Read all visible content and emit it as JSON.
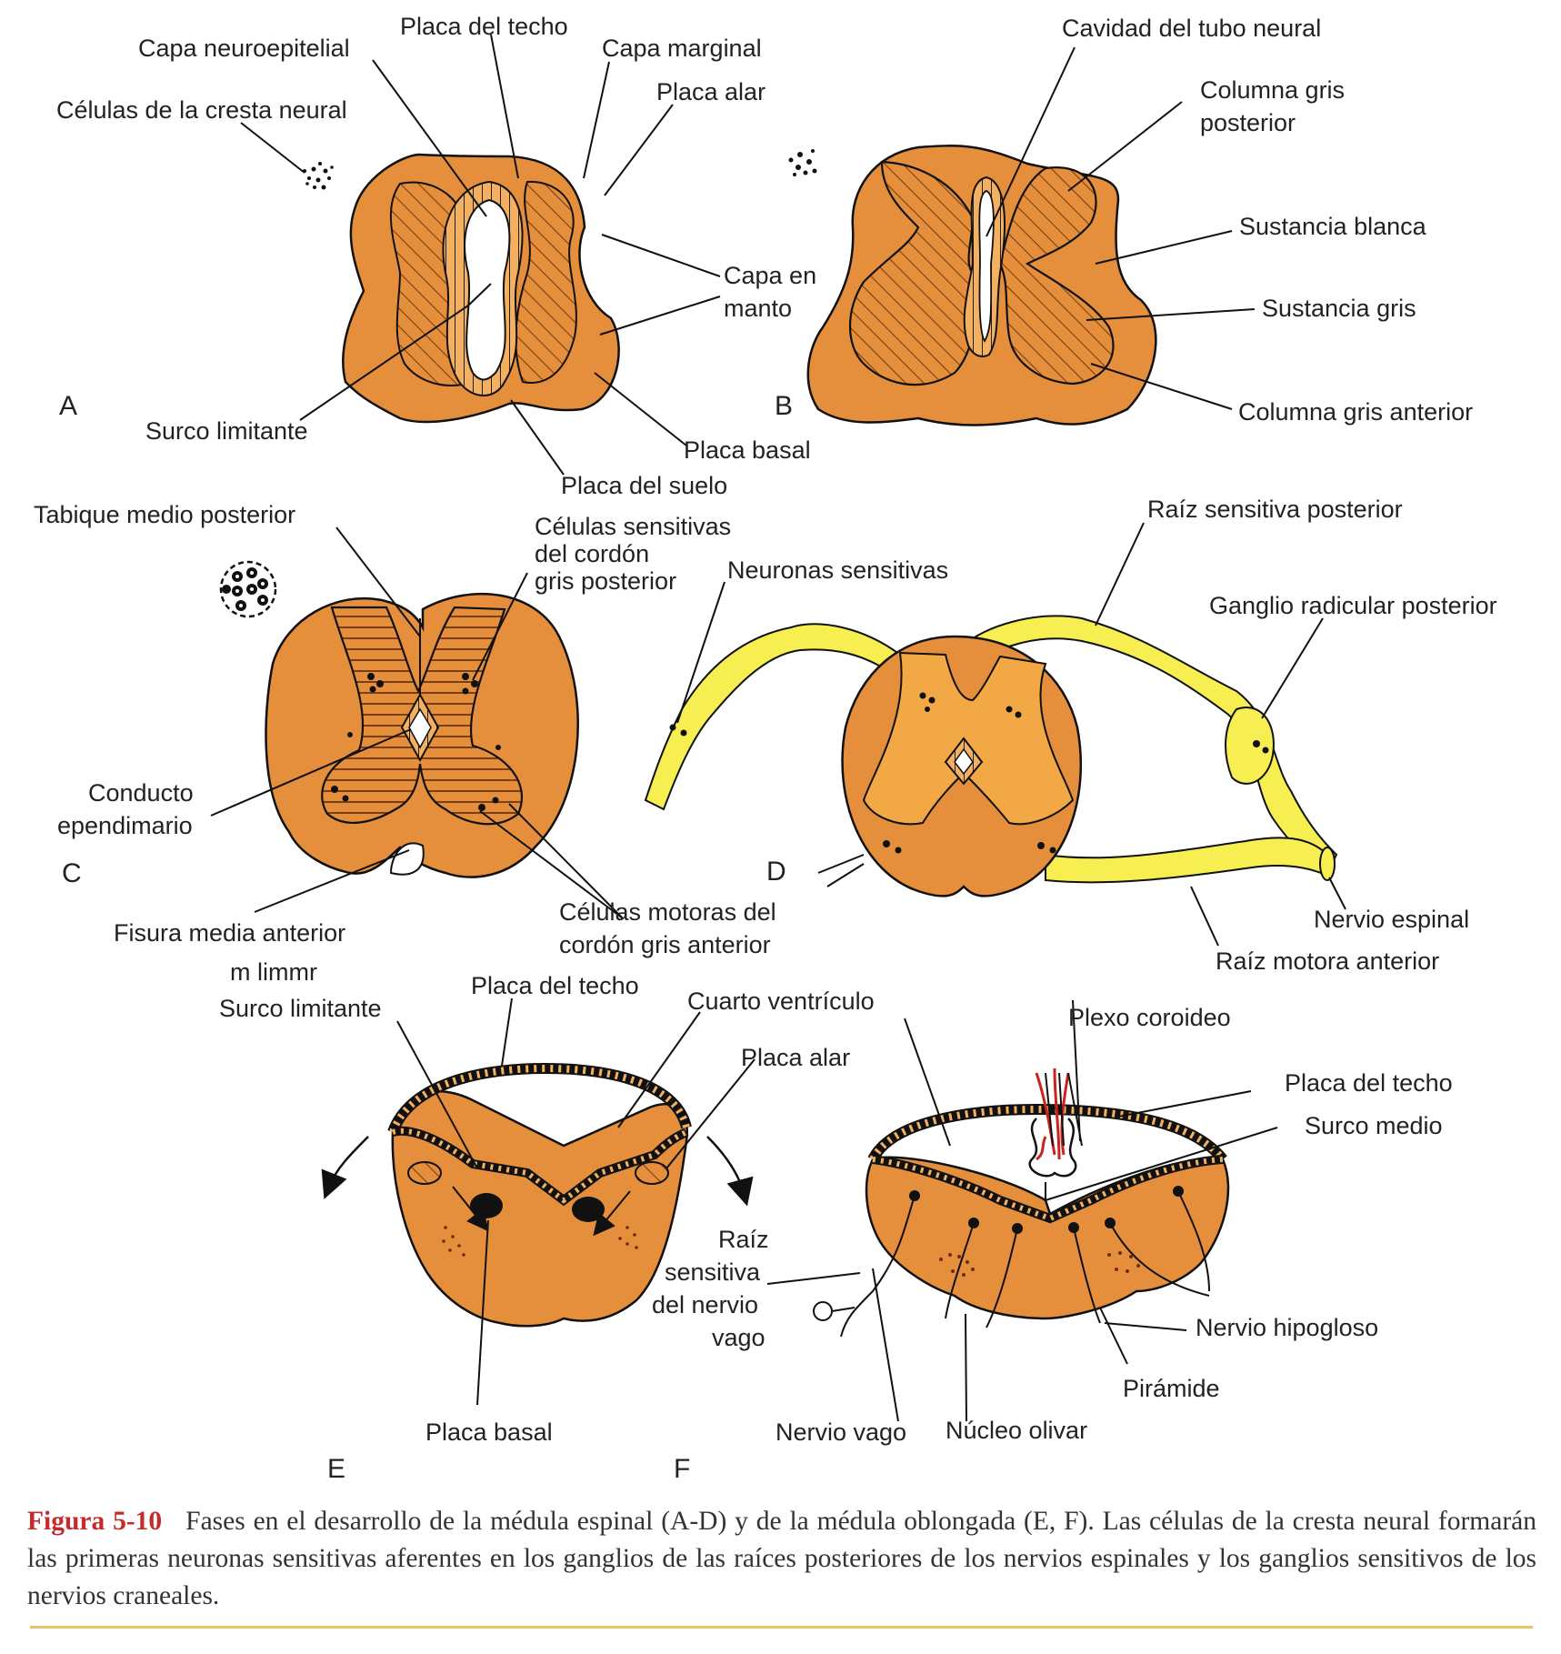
{
  "colors": {
    "tissue": "#e58f3c",
    "tissue_light": "#f1a845",
    "grey_matter_hatch": "#8a4a18",
    "nerve_yellow": "#f7ef52",
    "caption_red": "#c62a2a",
    "blood_vessel": "#c8231e"
  },
  "panels": {
    "A": {
      "letter": "A",
      "labels": {
        "roof": "Placa del techo",
        "neuroepithelial": "Capa neuroepitelial",
        "marginal": "Capa marginal",
        "crest": "Células de la cresta neural",
        "alar": "Placa alar",
        "mantle_1": "Capa en",
        "mantle_2": "manto",
        "sulcus": "Surco limitante",
        "basal": "Placa basal",
        "floor": "Placa del suelo"
      }
    },
    "B": {
      "letter": "B",
      "labels": {
        "cavity": "Cavidad del tubo neural",
        "post_col_1": "Columna gris",
        "post_col_2": "posterior",
        "white": "Sustancia blanca",
        "grey": "Sustancia gris",
        "ant_col": "Columna gris anterior"
      }
    },
    "C": {
      "letter": "C",
      "labels": {
        "septum": "Tabique medio posterior",
        "sens_cells_1": "Células sensitivas",
        "sens_cells_2": "del cordón",
        "sens_cells_3": "gris posterior",
        "canal_1": "Conducto",
        "canal_2": "ependimario",
        "fissure": "Fisura media anterior",
        "motor_cells_1": "Células motoras del",
        "motor_cells_2": "cordón gris anterior",
        "stray_text": "m limmr"
      }
    },
    "D": {
      "letter": "D",
      "labels": {
        "sens_neurons": "Neuronas sensitivas",
        "post_root": "Raíz sensitiva posterior",
        "ganglion": "Ganglio radicular posterior",
        "spinal_nerve": "Nervio espinal",
        "ant_root": "Raíz motora anterior"
      }
    },
    "E": {
      "letter": "E",
      "labels": {
        "sulcus": "Surco limitante",
        "roof": "Placa del techo",
        "fourth_ventricle": "Cuarto ventrículo",
        "alar": "Placa alar",
        "basal": "Placa basal"
      }
    },
    "F": {
      "letter": "F",
      "labels": {
        "choroid": "Plexo coroideo",
        "roof": "Placa del techo",
        "median_sulcus": "Surco medio",
        "vagus_root_1": "Raíz",
        "vagus_root_2": "sensitiva",
        "vagus_root_3": "del nervio",
        "vagus_root_4": "vago",
        "hypoglossal": "Nervio hipogloso",
        "pyramid": "Pirámide",
        "vagus": "Nervio vago",
        "olive": "Núcleo olivar"
      }
    }
  },
  "caption": {
    "figure_number": "Figura 5-10",
    "text": "Fases en el desarrollo de la médula espinal (A-D) y de la médula oblongada (E, F). Las células de la cresta neural formarán las primeras neuronas sensitivas aferentes en los ganglios de las raíces posteriores de los nervios espinales y los ganglios sensitivos de los nervios craneales."
  }
}
